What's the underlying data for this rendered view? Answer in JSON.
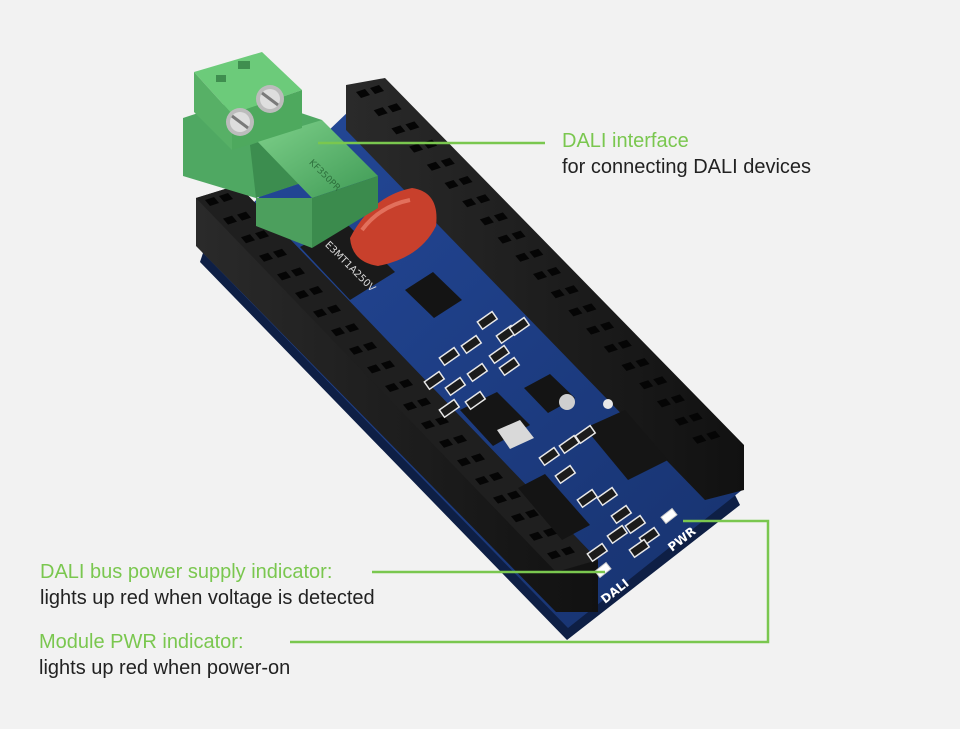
{
  "annotations": {
    "dali_interface": {
      "title": "DALI interface",
      "description": "for connecting DALI devices"
    },
    "bus_power_indicator": {
      "title": "DALI bus power supply indicator:",
      "description": "lights up red when voltage is detected"
    },
    "pwr_indicator": {
      "title": "Module PWR indicator:",
      "description": "lights up red when power-on"
    }
  },
  "board": {
    "silkscreen_pwr": "PWR",
    "silkscreen_dali": "DALI",
    "capacitor_marking": "E3MT1A250V",
    "terminal_marking": "KF350PR"
  },
  "colors": {
    "accent": "#7ac74f",
    "pcb": "#1e3f86",
    "header": "#1b1b1b",
    "terminal": "#62b96e",
    "capacitor": "#c8402c",
    "background": "#f2f2f2"
  }
}
